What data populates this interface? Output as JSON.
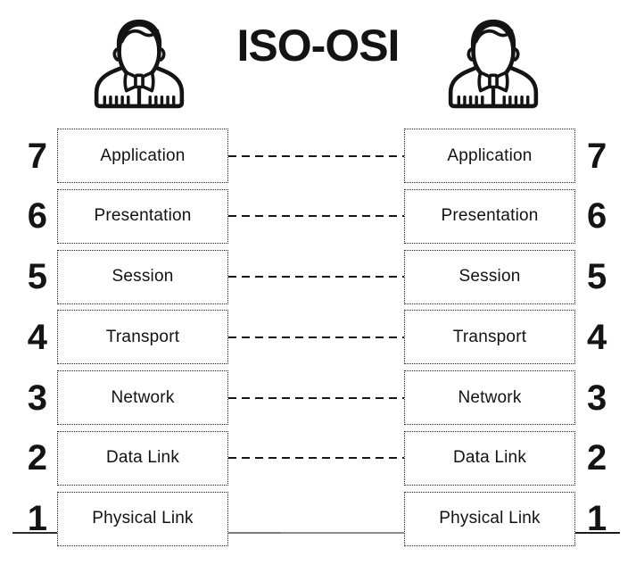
{
  "title": "ISO-OSI",
  "icons": {
    "left": "businessman-icon",
    "right": "businessman-icon"
  },
  "layers": [
    {
      "number": "7",
      "name": "Application",
      "connector": "dashed"
    },
    {
      "number": "6",
      "name": "Presentation",
      "connector": "dashed"
    },
    {
      "number": "5",
      "name": "Session",
      "connector": "dashed"
    },
    {
      "number": "4",
      "name": "Transport",
      "connector": "dashed"
    },
    {
      "number": "3",
      "name": "Network",
      "connector": "dashed"
    },
    {
      "number": "2",
      "name": "Data Link",
      "connector": "dashed"
    },
    {
      "number": "1",
      "name": "Physical Link",
      "connector": "solid-medium-line"
    }
  ],
  "colors": {
    "ink": "#141414",
    "box_border": "#1c1c1c",
    "medium_line_gray": "#7a7a7a",
    "background": "#ffffff"
  }
}
